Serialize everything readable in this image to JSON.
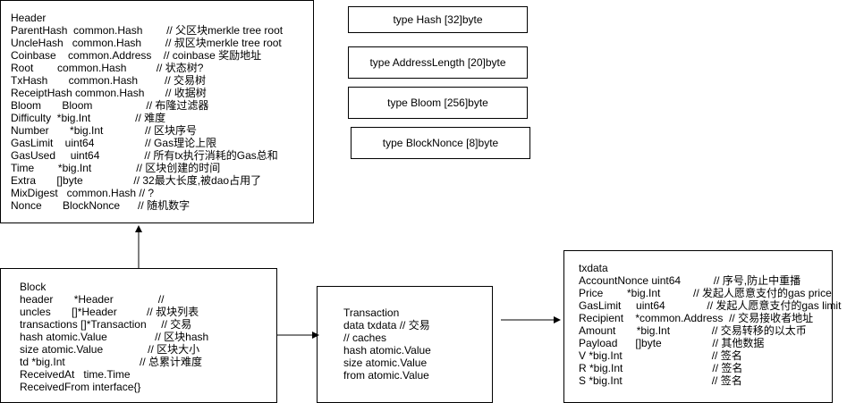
{
  "header_struct": {
    "title": "Header",
    "lines": [
      "ParentHash  common.Hash        // 父区块merkle tree root",
      "UncleHash   common.Hash        // 叔区块merkle tree root",
      "Coinbase    common.Address    // coinbase 奖励地址",
      "Root        common.Hash          // 状态树?",
      "TxHash       common.Hash         // 交易树",
      "ReceiptHash common.Hash       // 收据树",
      "Bloom       Bloom                  // 布隆过滤器",
      "Difficulty  *big.Int               // 难度",
      "Number       *big.Int              // 区块序号",
      "GasLimit    uint64                 // Gas理论上限",
      "GasUsed     uint64               // 所有tx执行消耗的Gas总和",
      "Time        *big.Int               // 区块创建的时间",
      "Extra       []byte                 // 32最大长度,被dao占用了",
      "MixDigest   common.Hash // ?",
      "Nonce       BlockNonce      // 随机数字"
    ]
  },
  "type_defs": [
    "type Hash [32]byte",
    "type AddressLength [20]byte",
    "type Bloom [256]byte",
    "type BlockNonce [8]byte"
  ],
  "block_struct": {
    "title": "Block",
    "lines": [
      "header       *Header               //",
      "uncles       []*Header          // 叔块列表",
      "transactions []*Transaction     // 交易",
      "hash atomic.Value                // 区块hash",
      "size atomic.Value               // 区块大小",
      "td *big.Int                         // 总累计难度",
      "ReceivedAt   time.Time",
      "ReceivedFrom interface{}"
    ]
  },
  "transaction_struct": {
    "title": "Transaction",
    "lines": [
      "data txdata // 交易",
      "// caches",
      "hash atomic.Value",
      "size atomic.Value",
      "from atomic.Value"
    ]
  },
  "txdata_struct": {
    "title": "txdata",
    "lines": [
      "AccountNonce uint64           // 序号,防止中重播",
      "Price        *big.Int           // 发起人愿意支付的gas price",
      "GasLimit     uint64              // 发起人愿意支付的gas limit",
      "Recipient    *common.Address  // 交易接收者地址",
      "Amount       *big.Int              // 交易转移的以太币",
      "Payload      []byte                 // 其他数据",
      "V *big.Int                              // 签名",
      "R *big.Int                              // 签名",
      "S *big.Int                              // 签名"
    ]
  }
}
